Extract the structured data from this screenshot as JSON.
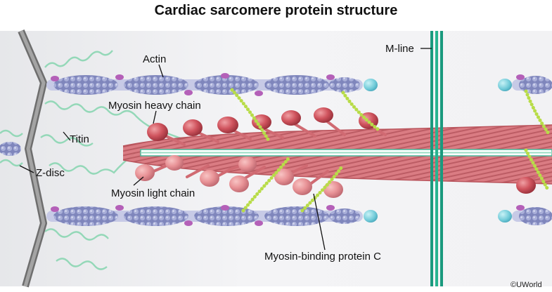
{
  "title": "Cardiac sarcomere protein structure",
  "labels": {
    "actin": "Actin",
    "myosin_heavy_chain": "Myosin heavy chain",
    "titin": "Titin",
    "z_disc": "Z-disc",
    "myosin_light_chain": "Myosin light chain",
    "m_line": "M-line",
    "mybp_c": "Myosin-binding protein C"
  },
  "credit": "©UWorld",
  "colors": {
    "actin": "#8f96c4",
    "actin_tropomyosin": "#b460b8",
    "actin_cap": "#78d0dc",
    "titin": "#94d8b8",
    "z_disc": "#8a8a8a",
    "myosin": "#d06a72",
    "myosin_head": "#cc4a55",
    "m_line": "#1a9a7e",
    "mybp_c": "#b8dc48"
  },
  "icons": [
    "actin-filament",
    "titin-spring",
    "myosin-head",
    "mybp-c-bead-chain",
    "z-disc-line",
    "m-line-bars"
  ]
}
